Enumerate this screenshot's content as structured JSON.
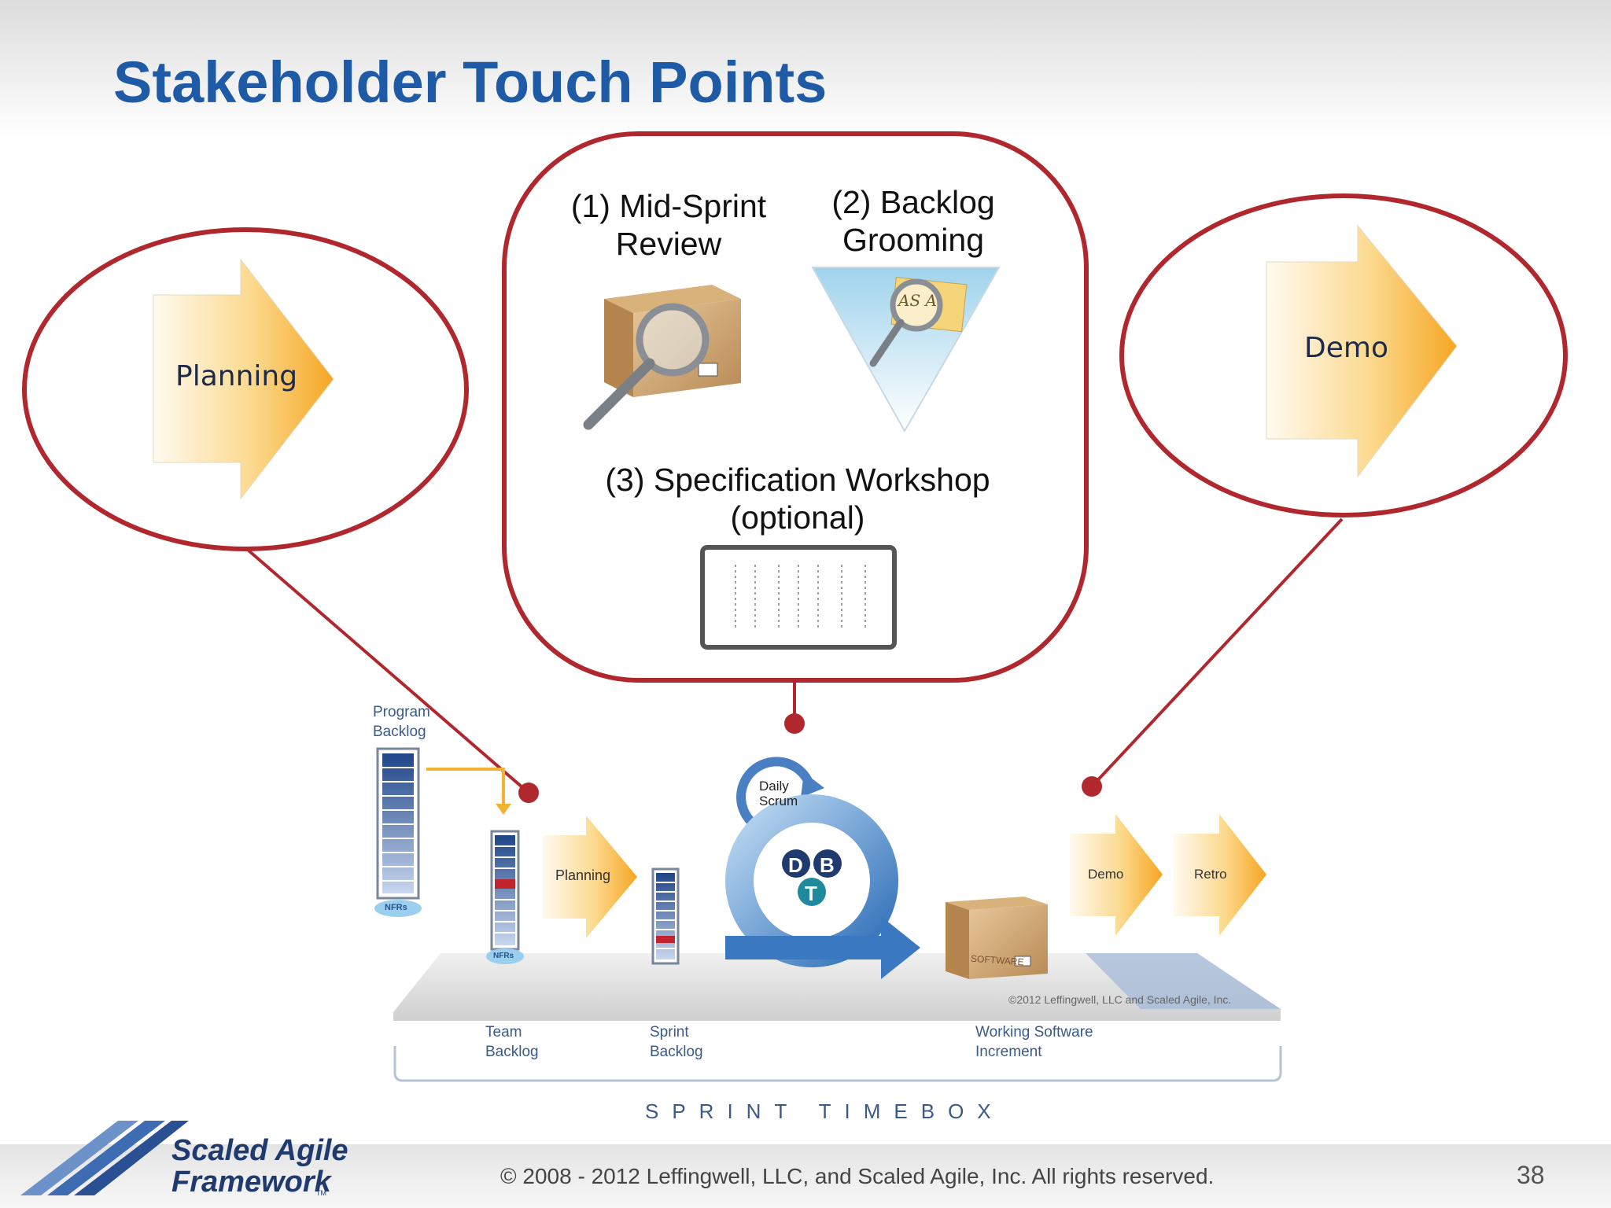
{
  "slide": {
    "title": "Stakeholder Touch Points",
    "page_number": "38",
    "footer": "© 2008 - 2012 Leffingwell, LLC, and Scaled Agile, Inc.  All rights reserved.",
    "logo": {
      "line1": "Scaled Agile",
      "line2": "Framework",
      "tm": "TM"
    }
  },
  "callouts": {
    "planning": {
      "label": "Planning"
    },
    "middle": {
      "item1": {
        "line1": "(1) Mid-Sprint",
        "line2": "Review"
      },
      "item2": {
        "line1": "(2) Backlog",
        "line2": "Grooming"
      },
      "item3": {
        "line1": "(3) Specification Workshop",
        "line2": "(optional)"
      },
      "grooming_note": "AS A"
    },
    "demo": {
      "label": "Demo"
    }
  },
  "diagram": {
    "program_backlog": {
      "line1": "Program",
      "line2": "Backlog",
      "tag": "NFRs"
    },
    "team_backlog_tag": "NFRs",
    "planning_arrow": "Planning",
    "daily_scrum": {
      "line1": "Daily",
      "line2": "Scrum"
    },
    "dbt": {
      "d": "D",
      "b": "B",
      "t": "T"
    },
    "box_label": "SOFTWARE",
    "demo_arrow": "Demo",
    "retro_arrow": "Retro",
    "platform_copyright": "©2012 Leffingwell, LLC and Scaled Agile, Inc.",
    "labels": {
      "team_backlog": {
        "line1": "Team",
        "line2": "Backlog"
      },
      "sprint_backlog": {
        "line1": "Sprint",
        "line2": "Backlog"
      },
      "working_software": {
        "line1": "Working Software",
        "line2": "Increment"
      }
    },
    "timebox": "SPRINT TIMEBOX"
  },
  "colors": {
    "title": "#1f5aa6",
    "callout_outline": "#b0282e",
    "arrow_orange": "#f7b23c",
    "backlog_blue": "#2a4f93",
    "accent_red": "#c0242c"
  }
}
